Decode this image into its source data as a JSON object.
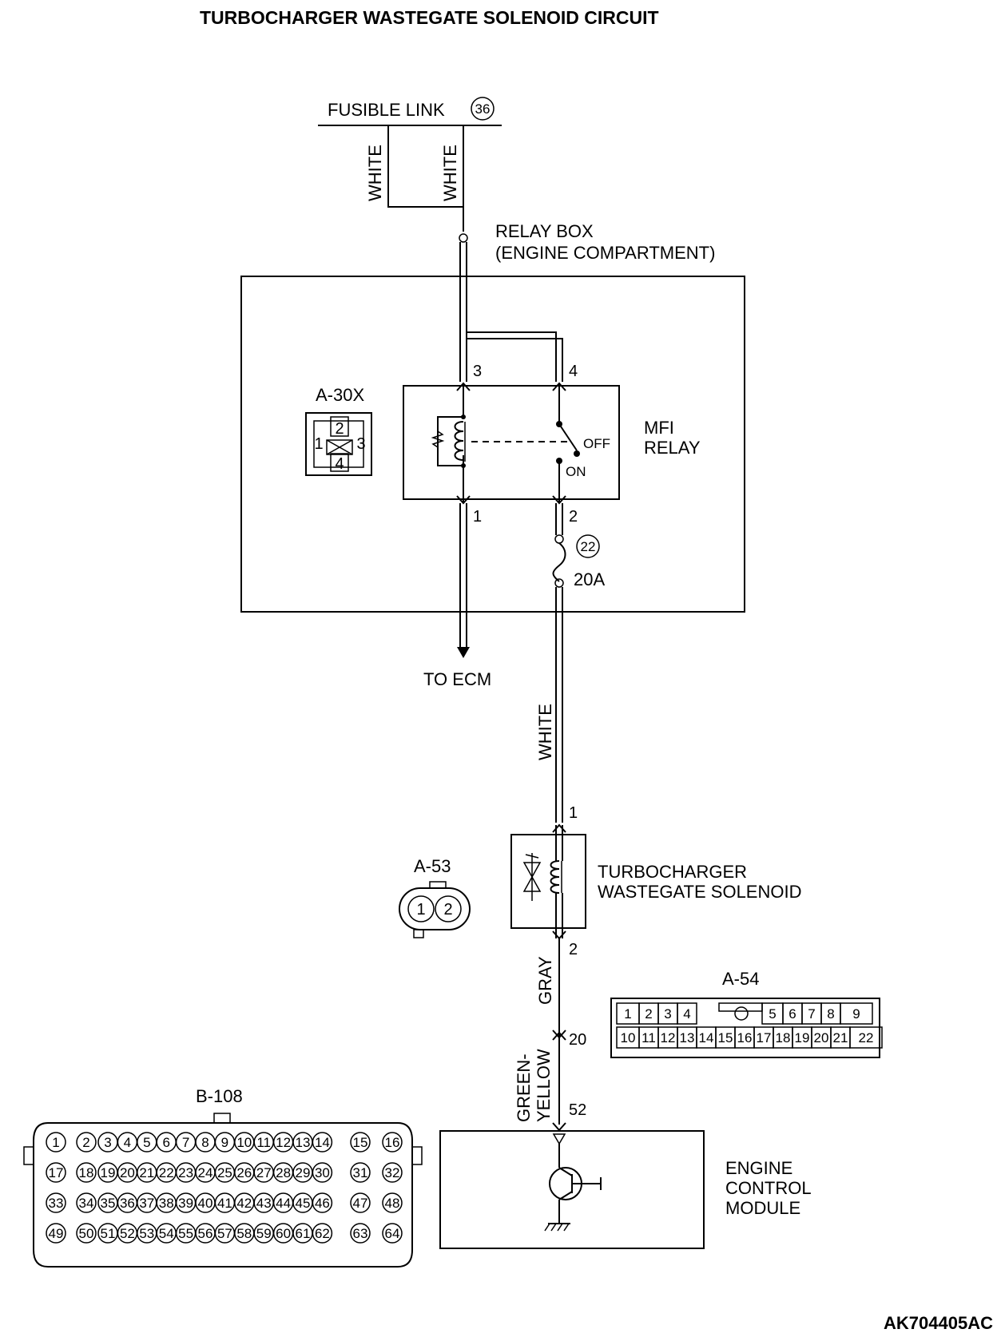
{
  "title": "TURBOCHARGER WASTEGATE SOLENOID CIRCUIT",
  "fusible_link": {
    "label": "FUSIBLE LINK",
    "number": "36"
  },
  "wires": {
    "white_left": "WHITE",
    "white_right": "WHITE",
    "white_solenoid": "WHITE",
    "gray": "GRAY",
    "green_yellow_1": "GREEN-",
    "green_yellow_2": "YELLOW"
  },
  "relay_box": {
    "line1": "RELAY BOX",
    "line2": "(ENGINE COMPARTMENT)"
  },
  "mfi_relay": {
    "line1": "MFI",
    "line2": "RELAY",
    "off": "OFF",
    "on": "ON",
    "pins": {
      "p1": "1",
      "p2": "2",
      "p3": "3",
      "p4": "4"
    }
  },
  "fuse": {
    "number": "22",
    "rating": "20A"
  },
  "to_ecm": "TO ECM",
  "connectors": {
    "a30x": {
      "label": "A-30X",
      "pins": [
        "1",
        "2",
        "3",
        "4"
      ]
    },
    "a53": {
      "label": "A-53",
      "pins": [
        "1",
        "2"
      ]
    },
    "a54": {
      "label": "A-54",
      "row1": [
        "1",
        "2",
        "3",
        "4",
        "5",
        "6",
        "7",
        "8",
        "9"
      ],
      "row2": [
        "10",
        "11",
        "12",
        "13",
        "14",
        "15",
        "16",
        "17",
        "18",
        "19",
        "20",
        "21",
        "22"
      ]
    },
    "b108": {
      "label": "B-108",
      "rows": [
        [
          "1",
          "2",
          "3",
          "4",
          "5",
          "6",
          "7",
          "8",
          "9",
          "10",
          "11",
          "12",
          "13",
          "14",
          "15",
          "16"
        ],
        [
          "17",
          "18",
          "19",
          "20",
          "21",
          "22",
          "23",
          "24",
          "25",
          "26",
          "27",
          "28",
          "29",
          "30",
          "31",
          "32"
        ],
        [
          "33",
          "34",
          "35",
          "36",
          "37",
          "38",
          "39",
          "40",
          "41",
          "42",
          "43",
          "44",
          "45",
          "46",
          "47",
          "48"
        ],
        [
          "49",
          "50",
          "51",
          "52",
          "53",
          "54",
          "55",
          "56",
          "57",
          "58",
          "59",
          "60",
          "61",
          "62",
          "63",
          "64"
        ]
      ]
    }
  },
  "solenoid": {
    "line1": "TURBOCHARGER",
    "line2": "WASTEGATE SOLENOID",
    "pin1": "1",
    "pin2": "2"
  },
  "ecm": {
    "line1": "ENGINE",
    "line2": "CONTROL",
    "line3": "MODULE",
    "pin_a54": "20",
    "pin_b108": "52"
  },
  "figure_code": "AK704405AC"
}
